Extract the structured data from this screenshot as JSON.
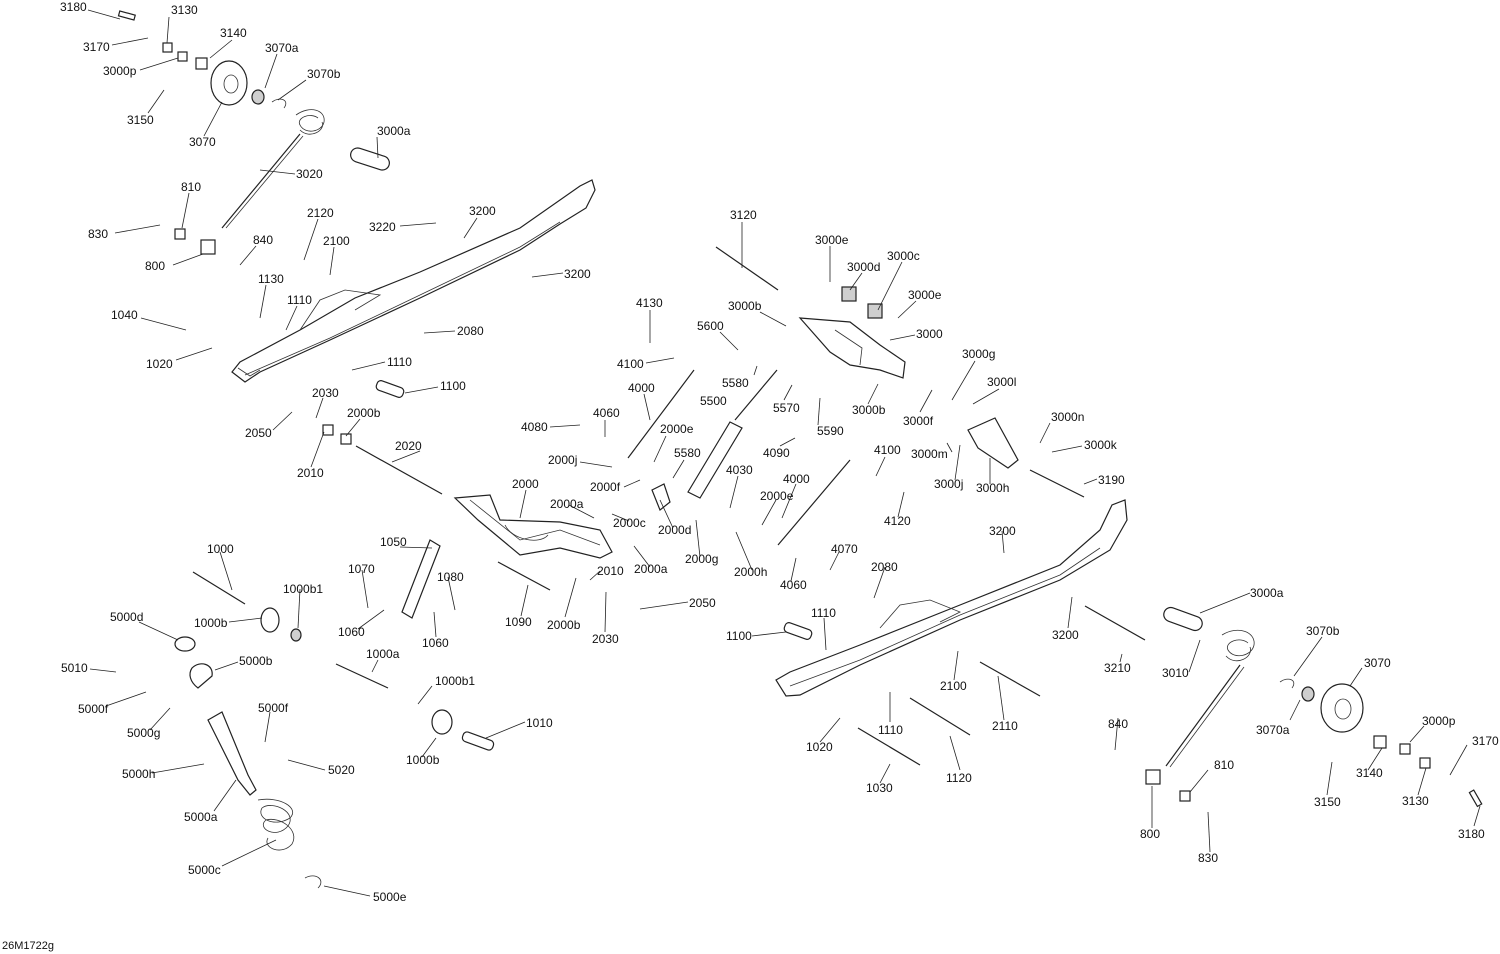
{
  "diagram": {
    "reference": "26M1722g",
    "callouts": [
      "3180",
      "3130",
      "3170",
      "3140",
      "3000p",
      "3070a",
      "3070b",
      "3150",
      "3070",
      "3000a",
      "3020",
      "810",
      "830",
      "800",
      "840",
      "2120",
      "2100",
      "3220",
      "3200",
      "3200",
      "1130",
      "1110",
      "1040",
      "1020",
      "2080",
      "1110",
      "1100",
      "2030",
      "2050",
      "2000b",
      "2010",
      "2020",
      "3120",
      "3000e",
      "3000d",
      "3000c",
      "3000b",
      "3000e",
      "3000",
      "4130",
      "5600",
      "4100",
      "5580",
      "3000g",
      "3000l",
      "4000",
      "5500",
      "5570",
      "3000b",
      "3000f",
      "4060",
      "4080",
      "5590",
      "2000e",
      "2000j",
      "5580",
      "4090",
      "3000n",
      "3000k",
      "3000m",
      "4100",
      "3000j",
      "3000h",
      "4030",
      "2000f",
      "2000",
      "2000a",
      "4000",
      "2000e",
      "3190",
      "2000c",
      "2000d",
      "4120",
      "2000a",
      "2000g",
      "2000h",
      "3200",
      "1050",
      "1000",
      "4070",
      "2010",
      "4060",
      "2080",
      "1070",
      "1000b1",
      "1080",
      "1000b",
      "5000d",
      "1090",
      "2000b",
      "2050",
      "3000a",
      "1060",
      "1060",
      "2030",
      "1110",
      "1100",
      "3070b",
      "5010",
      "5000b",
      "1000a",
      "3200",
      "3010",
      "3070",
      "2100",
      "5000f",
      "1000b1",
      "3210",
      "5000g",
      "5000f",
      "1010",
      "3070a",
      "1110",
      "2110",
      "840",
      "1000b",
      "1020",
      "3000p",
      "3170",
      "5000h",
      "5020",
      "810",
      "1030",
      "1120",
      "3140",
      "5000a",
      "3150",
      "3130",
      "800",
      "830",
      "3180",
      "5000c",
      "5000e"
    ]
  }
}
